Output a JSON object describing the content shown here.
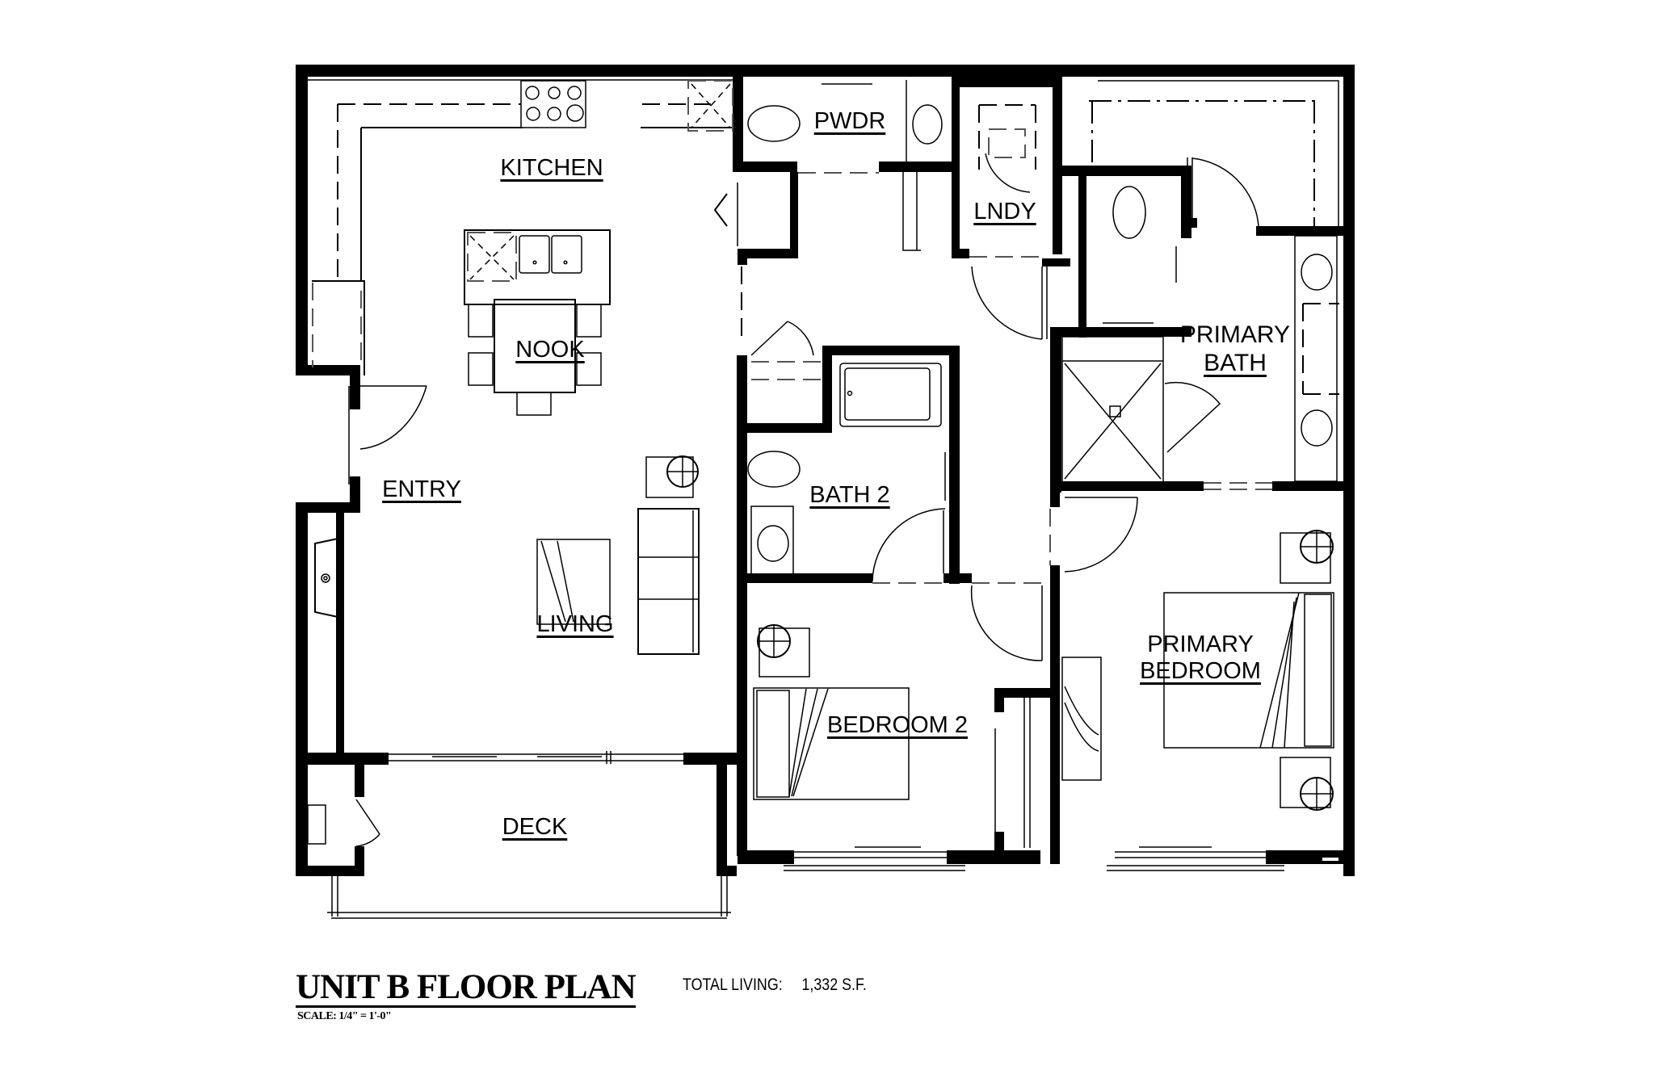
{
  "plan": {
    "title": "UNIT B FLOOR PLAN",
    "scale": "SCALE: 1/4\" = 1'-0\"",
    "total_living_label": "TOTAL LIVING:",
    "total_living_value": "1,332 S.F."
  },
  "rooms": {
    "kitchen": "KITCHEN",
    "powder": "PWDR",
    "laundry": "LNDY",
    "nook": "NOOK",
    "primary_bath_line1": "PRIMARY",
    "primary_bath_line2": "BATH",
    "entry": "ENTRY",
    "bath2": "BATH 2",
    "living": "LIVING",
    "primary_bedroom_line1": "PRIMARY",
    "primary_bedroom_line2": "BEDROOM",
    "bedroom2": "BEDROOM 2",
    "deck": "DECK"
  },
  "colors": {
    "wall": "#000000",
    "background": "#ffffff"
  }
}
